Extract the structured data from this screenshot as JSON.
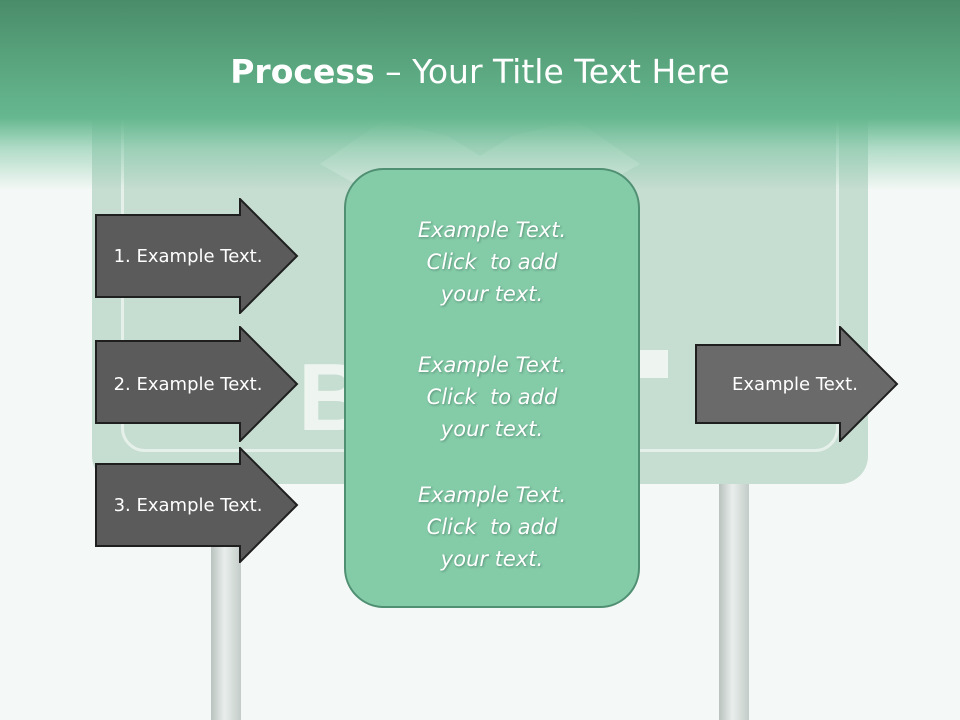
{
  "title": {
    "bold": "Process",
    "rest": " – Your Title Text Here"
  },
  "left_arrows": [
    {
      "label": "1. Example Text."
    },
    {
      "label": "2. Example Text."
    },
    {
      "label": "3. Example Text."
    }
  ],
  "right_arrow": {
    "label": "Example Text."
  },
  "center_box": {
    "blocks": [
      {
        "lines": [
          "Example Text.",
          "Click  to add",
          "your text."
        ]
      },
      {
        "lines": [
          "Example Text.",
          "Click  to add",
          "your text."
        ]
      },
      {
        "lines": [
          "Example Text.",
          "Click  to add",
          "your text."
        ]
      }
    ]
  },
  "colors": {
    "title_band": "#5aa67f",
    "arrow_fill": "#5b5b5b",
    "center_fill": "#84cba8",
    "sign": "#c6ddd1"
  }
}
